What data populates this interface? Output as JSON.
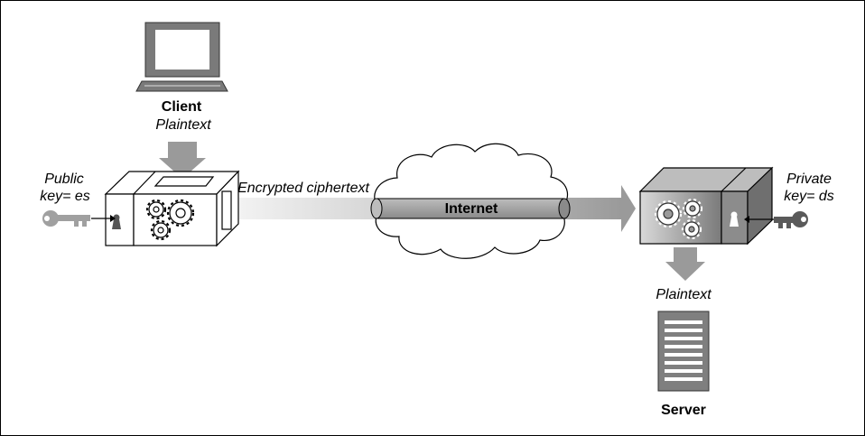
{
  "client": {
    "title": "Client",
    "subtitle": "Plaintext",
    "key_label_line1": "Public",
    "key_label_line2": "key= es"
  },
  "channel": {
    "ciphertext_label": "Encrypted ciphertext",
    "network_label": "Internet"
  },
  "server": {
    "key_label_line1": "Private",
    "key_label_line2": "key= ds",
    "output_label": "Plaintext",
    "title": "Server"
  },
  "colors": {
    "stroke": "#000000",
    "box_fill": "#ffffff",
    "gray_box": "#8c8c8c",
    "gray_dark": "#6f6f6f",
    "arrow_gray": "#9a9a9a",
    "key_light": "#a0a0a0",
    "key_dark": "#5a5a5a"
  },
  "icons": [
    "monitor-icon",
    "key-icon",
    "keyhole-icon",
    "gear-icon",
    "cloud-icon",
    "server-icon",
    "arrow-icon"
  ]
}
